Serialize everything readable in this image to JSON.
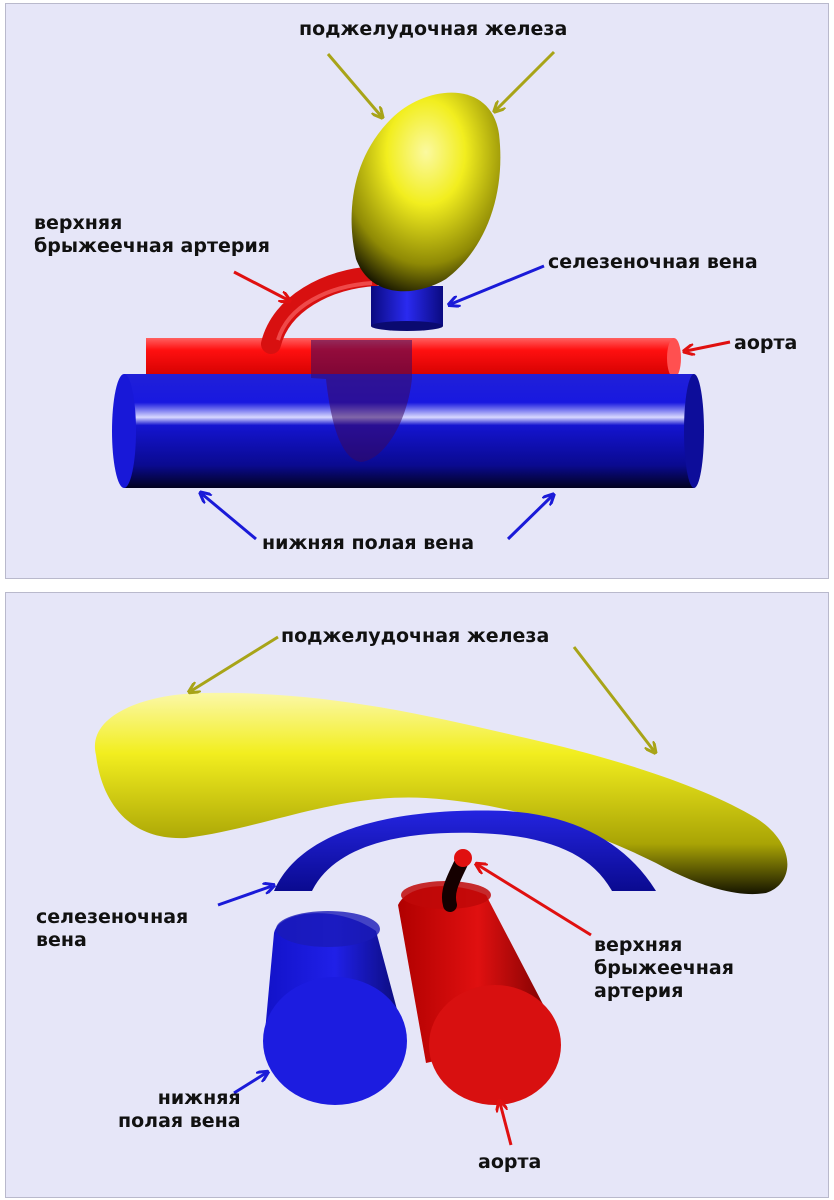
{
  "colors": {
    "background": "#e6e6f8",
    "pancreas": "#f2ee1f",
    "artery": "#e01010",
    "vein": "#1212d0",
    "arrow_pancreas": "#a8a418",
    "arrow_artery": "#e01010",
    "arrow_vein": "#1a1ad8"
  },
  "top": {
    "labels": {
      "pancreas": "поджелудочная железа",
      "sma_line1": "верхняя",
      "sma_line2": "брыжеечная артерия",
      "splenic_vein": "селезеночная вена",
      "aorta": "аорта",
      "ivc": "нижняя полая вена"
    }
  },
  "bottom": {
    "labels": {
      "pancreas": "поджелудочная железа",
      "splenic_line1": "селезеночная",
      "splenic_line2": "вена",
      "sma_line1": "верхняя",
      "sma_line2": "брыжеечная",
      "sma_line3": "артерия",
      "ivc_line1": "нижняя",
      "ivc_line2": "полая вена",
      "aorta": "аорта"
    }
  }
}
